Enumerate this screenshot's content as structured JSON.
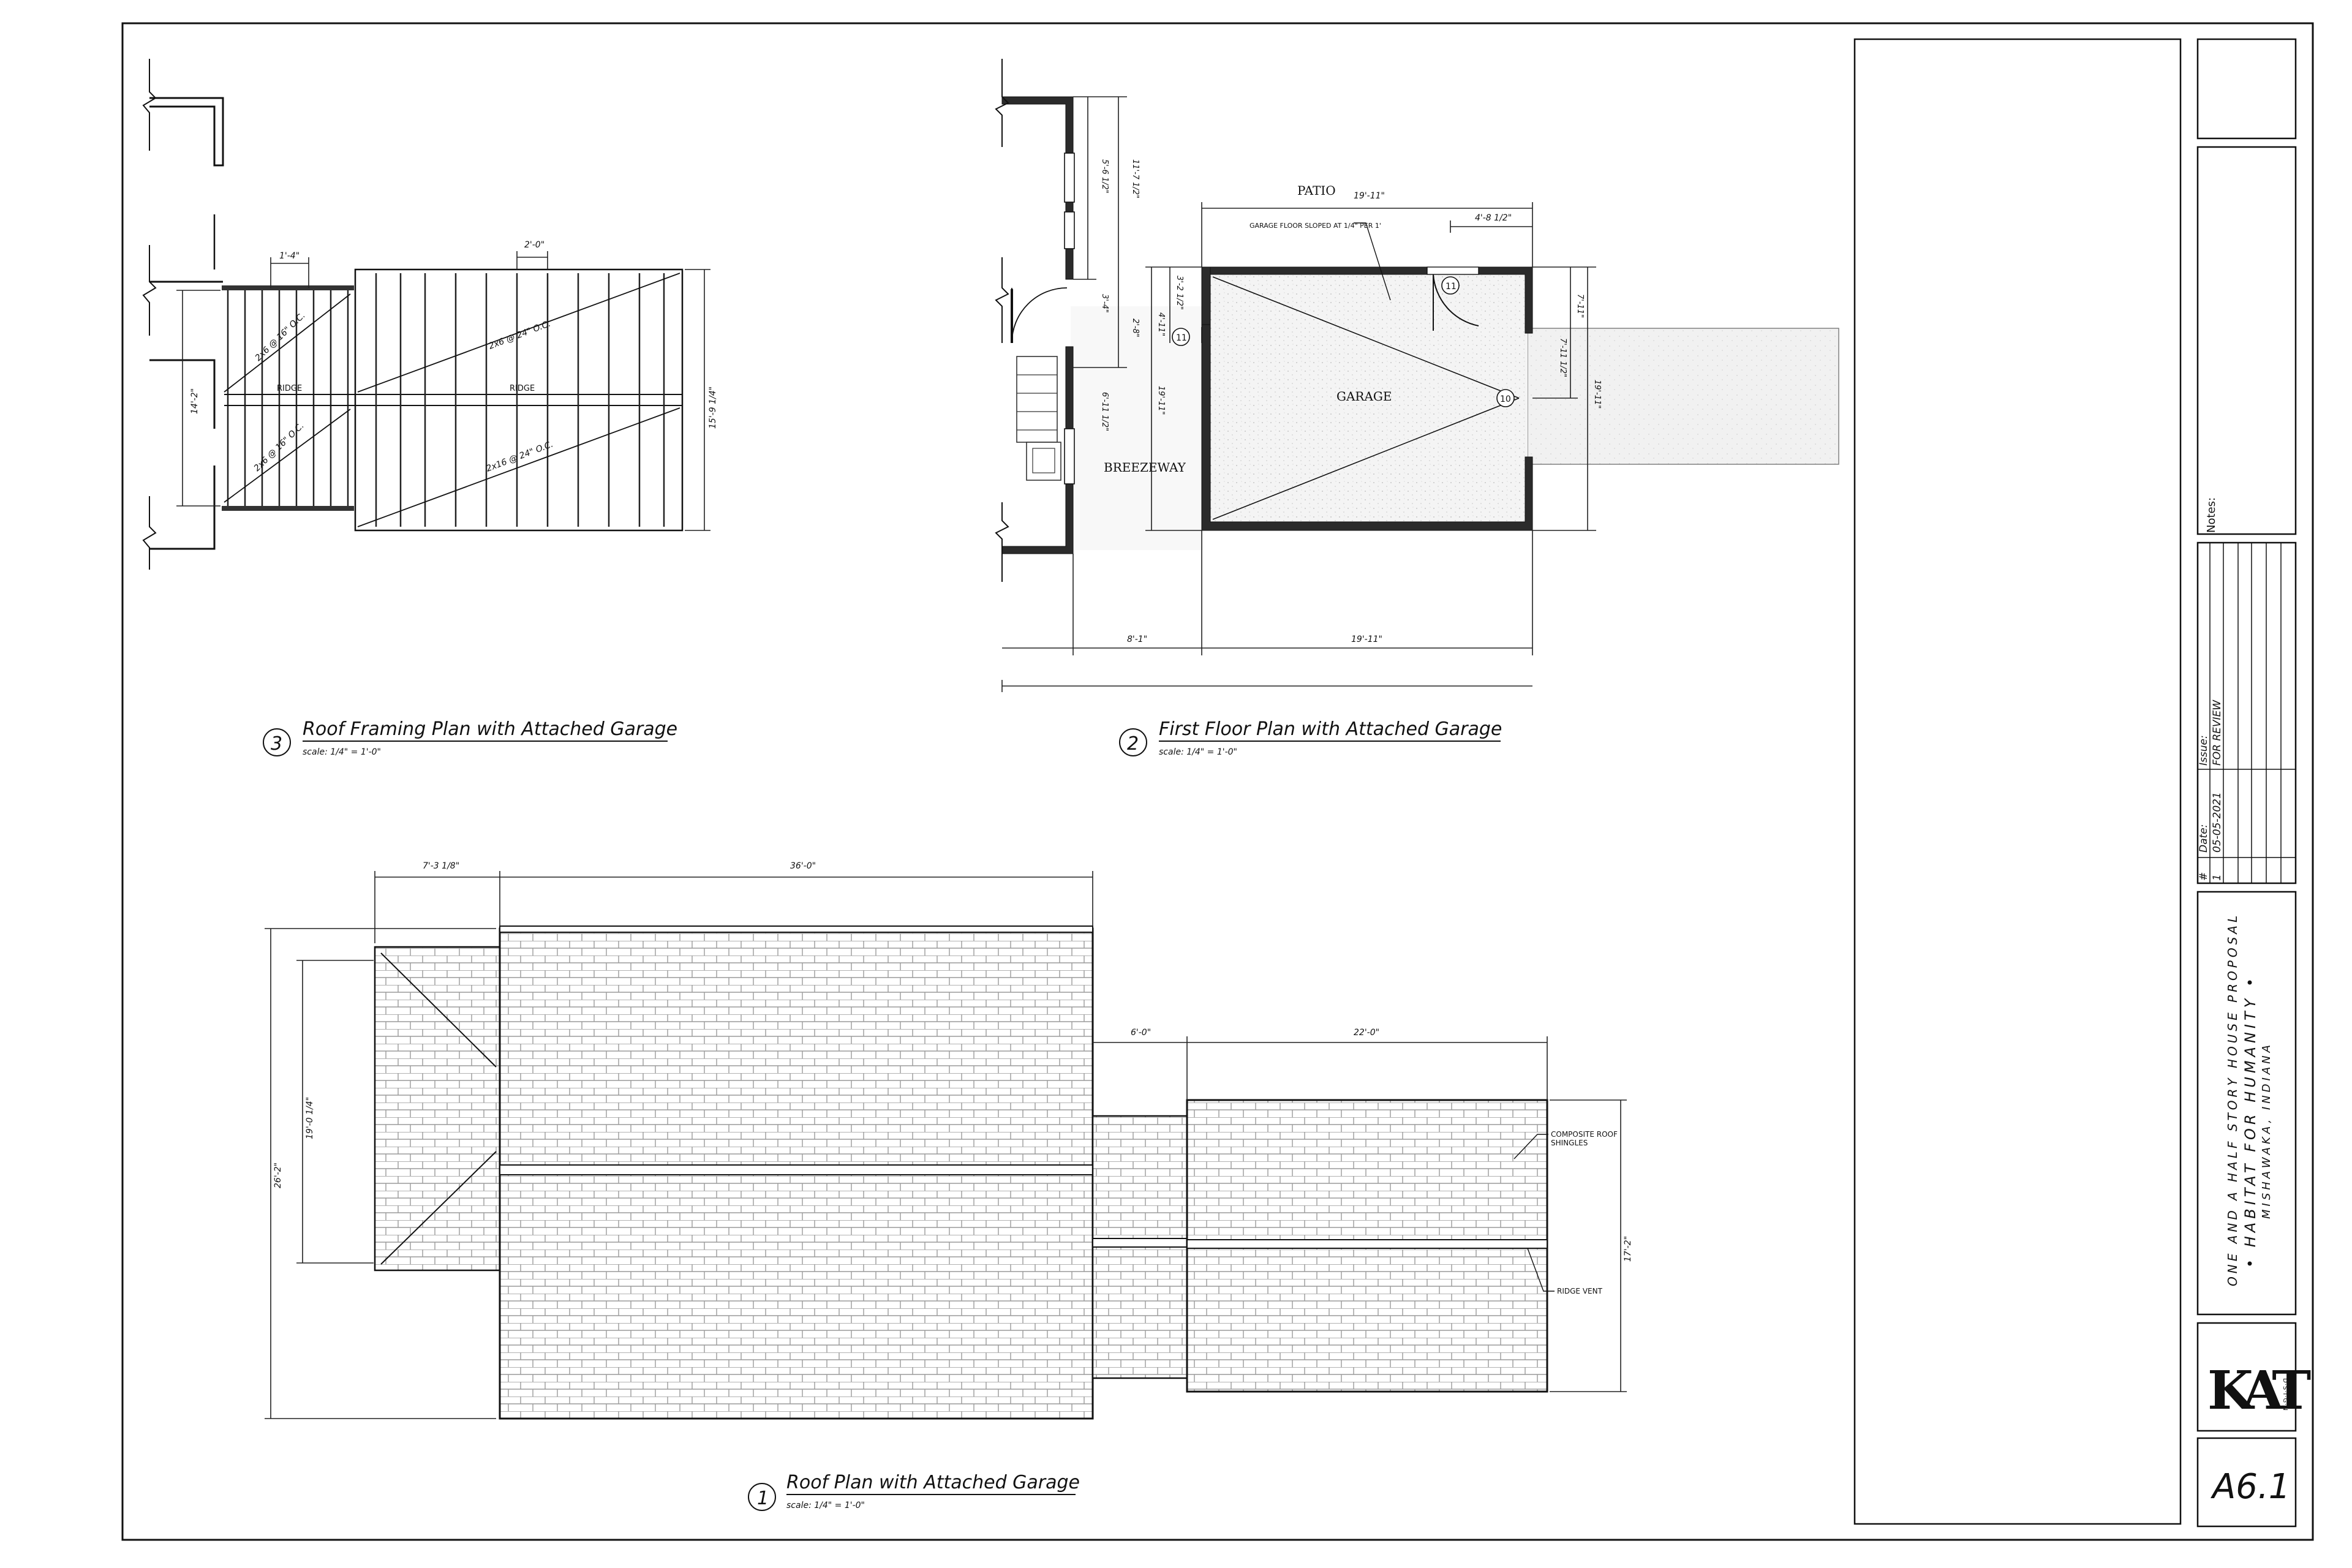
{
  "sheet": {
    "number": "A6.1",
    "notes_label": "Notes:",
    "issue_table": {
      "headers": [
        "#",
        "Date:",
        "Issue:"
      ],
      "rows": [
        [
          "1",
          "05-05-2021",
          "FOR REVIEW"
        ]
      ]
    },
    "project": {
      "line1": "ONE AND A HALF STORY HOUSE PROPOSAL",
      "line2": "• HABITAT FOR HUMANITY •",
      "line3": "MISHAWAKA, INDIANA"
    },
    "logo": {
      "mark": "KAT",
      "small": "D·S·I·G·N"
    }
  },
  "views": {
    "roof_framing": {
      "number": "3",
      "title": "Roof Framing Plan with Attached Garage",
      "scale": "scale: 1/4\" = 1'-0\"",
      "dims": {
        "top_small": "1'-4\"",
        "top_spacing": "2'-0\"",
        "left": "14'-2\"",
        "right": "15'-9 1/4\""
      },
      "labels": {
        "ridge_left": "RIDGE",
        "ridge_right": "RIDGE",
        "joist_a": "2x6 @ 16\" O.C.",
        "joist_b": "2x6 @ 24\" O.C.",
        "joist_c": "2x6 @ 16\" O.C.",
        "joist_d": "2x16 @ 24\" O.C."
      }
    },
    "first_floor": {
      "number": "2",
      "title": "First Floor Plan with Attached Garage",
      "scale": "scale: 1/4\" = 1'-0\"",
      "rooms": {
        "patio": "PATIO",
        "garage": "GARAGE",
        "breezeway": "BREEZEWAY"
      },
      "note": "GARAGE FLOOR SLOPED AT 1/4\" PER 1'",
      "tags": [
        "11",
        "11",
        "10"
      ],
      "dims": {
        "top": "19'-11\"",
        "top_right": "4'-8 1/2\"",
        "bottom_left": "8'-1\"",
        "bottom_right": "19'-11\"",
        "left_a": "5'-6 1/2\"",
        "left_b": "11'-7 1/2\"",
        "left_c": "3'-4\"",
        "left_d": "2'-8\"",
        "left_e": "6'-11 1/2\"",
        "mid_a": "3'-2 1/2\"",
        "mid_b": "4'-11\"",
        "mid_c": "19'-11\"",
        "right_a": "7'-11\"",
        "right_b": "7'-11 1/2\"",
        "right_c": "19'-11\""
      }
    },
    "roof_plan": {
      "number": "1",
      "title": "Roof Plan with Attached Garage",
      "scale": "scale: 1/4\" = 1'-0\"",
      "dims": {
        "top_left": "7'-3 1/8\"",
        "top_main": "36'-0\"",
        "garage_gap": "6'-0\"",
        "garage_width": "22'-0\"",
        "left_outer": "26'-2\"",
        "left_inner": "19'-0 1/4\"",
        "right": "17'-2\""
      },
      "notes": {
        "shingles_1": "COMPOSITE ROOF",
        "shingles_2": "SHINGLES",
        "vent": "RIDGE VENT"
      }
    }
  }
}
